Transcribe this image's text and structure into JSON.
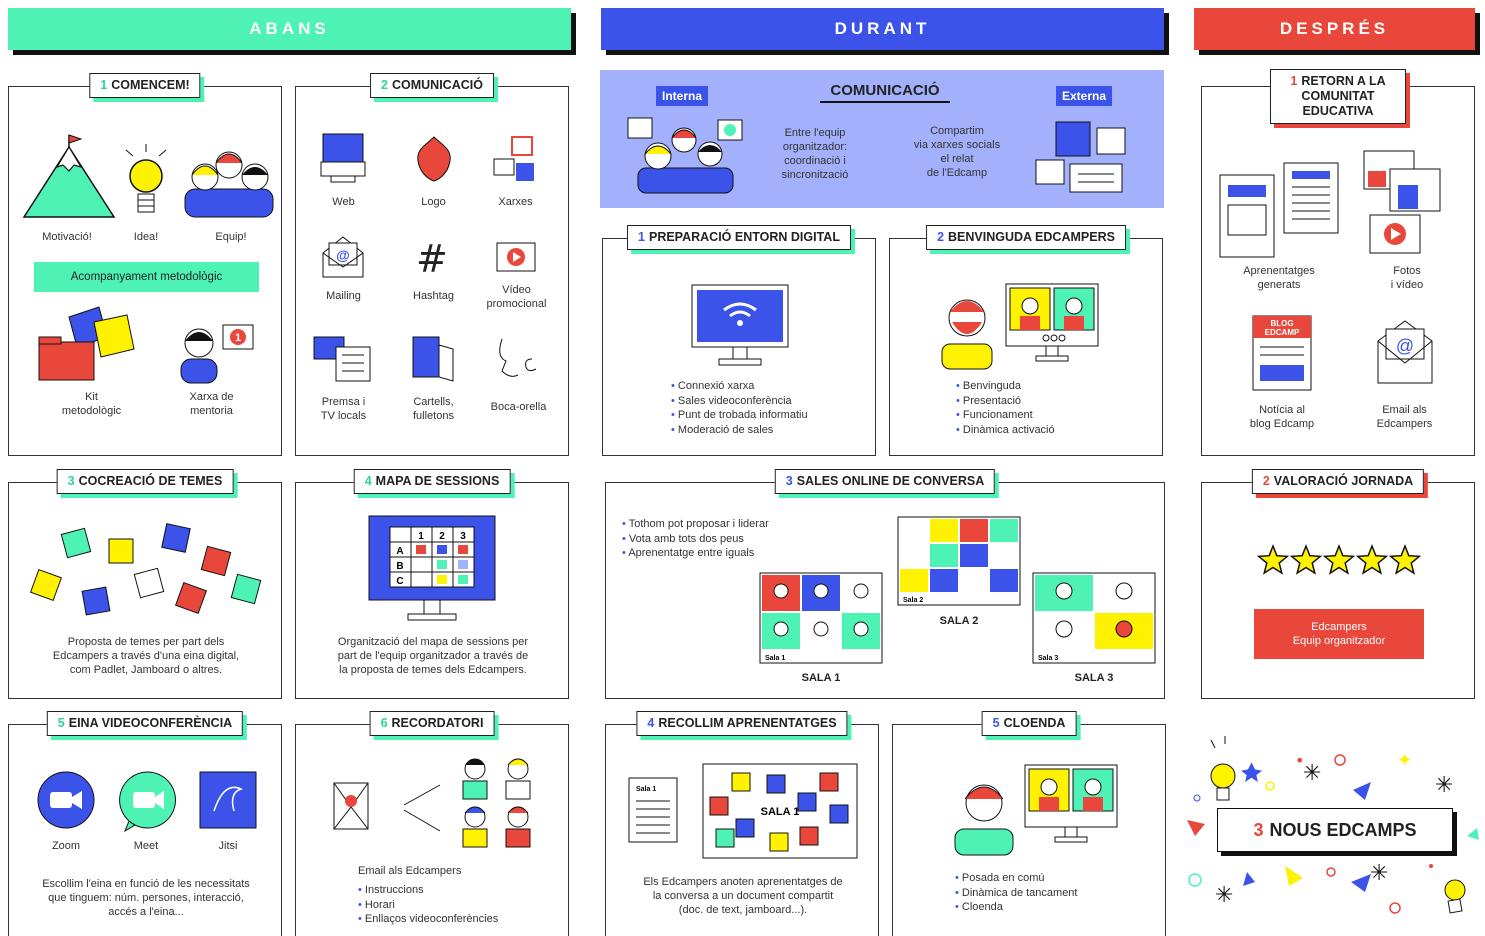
{
  "phases": {
    "abans": {
      "label": "ABANS",
      "color": "#4ef2b4"
    },
    "durant": {
      "label": "DURANT",
      "color": "#3c53ea"
    },
    "despres": {
      "label": "DESPRÉS",
      "color": "#e9473c"
    }
  },
  "abans": {
    "p1": {
      "num": "1",
      "title": "COMENCEM!",
      "items": [
        "Motivació!",
        "Idea!",
        "Equip!"
      ],
      "bar": "Acompanyament metodològic",
      "kit": "Kit\nmetodològic",
      "mentoria": "Xarxa de\nmentoria",
      "notif": "1"
    },
    "p2": {
      "num": "2",
      "title": "COMUNICACIÓ",
      "items": [
        "Web",
        "Logo",
        "Xarxes",
        "Mailing",
        "Hashtag",
        "Vídeo\npromocional",
        "Premsa i\nTV locals",
        "Cartells,\nfulletons",
        "Boca-orella"
      ],
      "hash": "#"
    },
    "p3": {
      "num": "3",
      "title": "COCREACIÓ DE TEMES",
      "desc": "Proposta de temes per part dels\nEdcampers a través d'una eina digital,\ncom Padlet, Jamboard o altres."
    },
    "p4": {
      "num": "4",
      "title": "MAPA DE SESSIONS",
      "desc": "Organització del mapa de sessions per\npart de l'equip organitzador a través de\nla proposta de temes dels Edcampers.",
      "cols": [
        "1",
        "2",
        "3"
      ],
      "rows": [
        "A",
        "B",
        "C"
      ]
    },
    "p5": {
      "num": "5",
      "title": "EINA VIDEOCONFERÈNCIA",
      "tools": [
        "Zoom",
        "Meet",
        "Jitsi"
      ],
      "desc": "Escollim l'eina en funció de les necessitats\nque tinguem: núm. persones, interacció,\naccés a l'eina..."
    },
    "p6": {
      "num": "6",
      "title": "RECORDATORI",
      "head": "Email als Edcampers",
      "bullets": [
        "Instruccions",
        "Horari",
        "Enllaços videoconferències"
      ]
    }
  },
  "durant": {
    "com": {
      "title": "COMUNICACIÓ",
      "interna": "Interna",
      "externa": "Externa",
      "t1": "Entre l'equip\norganitzador:\ncoordinació i\nsincronització",
      "t2": "Compartim\nvia xarxes socials\nel relat\nde l'Edcamp"
    },
    "p1": {
      "num": "1",
      "title": "PREPARACIÓ ENTORN DIGITAL",
      "bullets": [
        "Connexió xarxa",
        "Sales videoconferència",
        "Punt de trobada informatiu",
        "Moderació de sales"
      ]
    },
    "p2": {
      "num": "2",
      "title": "BENVINGUDA EDCAMPERS",
      "bullets": [
        "Benvinguda",
        "Presentació",
        "Funcionament",
        "Dinàmica activació"
      ]
    },
    "p3": {
      "num": "3",
      "title": "SALES ONLINE DE CONVERSA",
      "bullets": [
        "Tothom pot proposar i liderar",
        "Vota amb tots dos peus",
        "Aprenentatge entre iguals"
      ],
      "rooms": [
        "SALA 1",
        "SALA 2",
        "SALA 3"
      ],
      "tags": [
        "Sala 1",
        "Sala 2",
        "Sala 3"
      ]
    },
    "p4": {
      "num": "4",
      "title": "RECOLLIM APRENENTATGES",
      "doc": "Sala 1",
      "board": "SALA 1",
      "desc": "Els Edcampers anoten aprenentatges de\nla conversa a un document compartit\n(doc. de text, jamboard...)."
    },
    "p5": {
      "num": "5",
      "title": "CLOENDA",
      "bullets": [
        "Posada en comú",
        "Dinàmica de tancament",
        "Cloenda"
      ]
    }
  },
  "despres": {
    "p1": {
      "num": "1",
      "title": "RETORN A LA\nCOMUNITAT EDUCATIVA",
      "items": [
        "Aprenentatges\ngenerats",
        "Fotos\ni vídeo",
        "Notícia al\nblog Edcamp",
        "Email als\nEdcampers"
      ],
      "blog": "BLOG\nEDCAMP"
    },
    "p2": {
      "num": "2",
      "title": "VALORACIÓ JORNADA",
      "stars": 5,
      "box": "Edcampers\nEquip organitzador"
    },
    "p3": {
      "num": "3",
      "title": "NOUS EDCAMPS"
    }
  },
  "colors": {
    "green": "#4ef2b4",
    "blue": "#3c53ea",
    "red": "#e9473c",
    "yellow": "#fff200",
    "lightblue": "#a3b0fc"
  }
}
